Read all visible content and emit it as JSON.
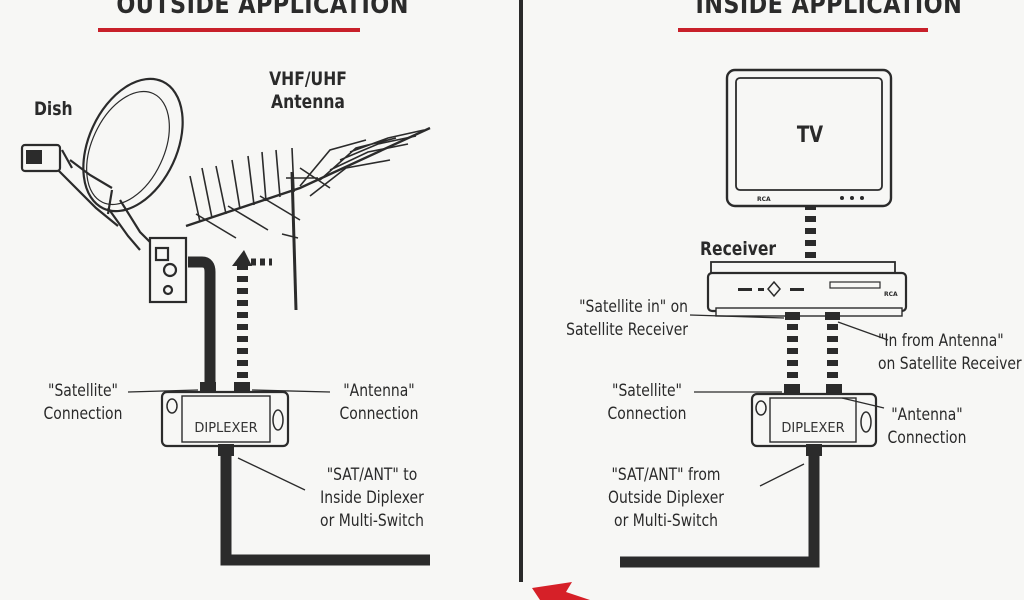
{
  "outside": {
    "heading": "OUTSIDE APPLICATION",
    "dish_label": "Dish",
    "antenna_label": [
      "VHF/UHF",
      "Antenna"
    ],
    "satellite_connection": [
      "\"Satellite\"",
      "Connection"
    ],
    "antenna_connection": [
      "\"Antenna\"",
      "Connection"
    ],
    "diplexer_label": "DIPLEXER",
    "satant_label": [
      "\"SAT/ANT\" to",
      "Inside Diplexer",
      "or Multi-Switch"
    ]
  },
  "inside": {
    "heading": "INSIDE APPLICATION",
    "tv_label": "TV",
    "tv_brand": "RCA",
    "receiver_label": "Receiver",
    "receiver_brand": "RCA",
    "satellite_in": [
      "\"Satellite in\" on",
      "Satellite Receiver"
    ],
    "in_from_antenna": [
      "\"In from Antenna\"",
      "on Satellite Receiver"
    ],
    "satellite_connection": [
      "\"Satellite\"",
      "Connection"
    ],
    "antenna_connection": [
      "\"Antenna\"",
      "Connection"
    ],
    "diplexer_label": "DIPLEXER",
    "satant_label": [
      "\"SAT/ANT\" from",
      "Outside Diplexer",
      "or Multi-Switch"
    ]
  },
  "colors": {
    "underline": "#c8202a",
    "divider": "#2a2a2a",
    "arrow": "#d62028",
    "cable": "#2b2b2b"
  }
}
